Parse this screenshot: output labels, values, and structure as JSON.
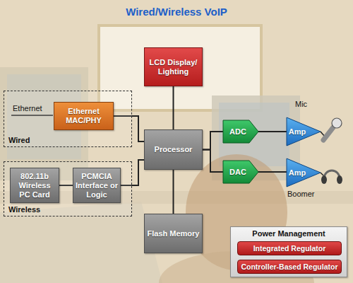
{
  "diagram": {
    "title": "Wired/Wireless VoIP",
    "nodes": [
      {
        "text": [
          "LCD Display/ Lighting"
        ]
      },
      {
        "text": [
          "Wired"
        ]
      },
      {
        "text": [
          "Ethernet MAC/PHY"
        ],
        "in": 1
      },
      {
        "text": [
          "Processor"
        ]
      },
      {
        "text": [
          "ADC"
        ]
      },
      {
        "text": [
          "Amp"
        ]
      },
      {
        "text": [
          "DAC"
        ]
      },
      {
        "text": [
          "Amp"
        ]
      },
      {
        "text": [
          "Wireless"
        ]
      },
      {
        "text": [
          "802.11b Wireless PC Card"
        ],
        "in": 8
      },
      {
        "text": [
          "PCMCIA Interface or Logic"
        ],
        "in": 8
      },
      {
        "text": [
          "Flash Memory"
        ]
      },
      {
        "text": [
          "Power Management"
        ]
      },
      {
        "text": [
          "Integrated Regulator"
        ],
        "in": 12
      },
      {
        "text": [
          "Controller-Based Regulator"
        ],
        "in": 12
      }
    ],
    "edges": [
      {
        "from": 0,
        "to": 3,
        "arrow": "none"
      },
      {
        "from": 2,
        "to": 3,
        "arrow": "none"
      },
      {
        "from": 9,
        "to": 10,
        "arrow": "none"
      },
      {
        "from": 10,
        "to": 3,
        "arrow": "none"
      },
      {
        "from": 3,
        "to": 11,
        "arrow": "none"
      },
      {
        "from": 3,
        "to": 4,
        "arrow": "none"
      },
      {
        "from": 3,
        "to": 6,
        "arrow": "none"
      },
      {
        "from": 4,
        "to": 5,
        "arrow": "none"
      },
      {
        "from": 6,
        "to": 7,
        "arrow": "none"
      }
    ],
    "labels": [
      "Ethernet",
      "Mic",
      "Boomer"
    ]
  }
}
